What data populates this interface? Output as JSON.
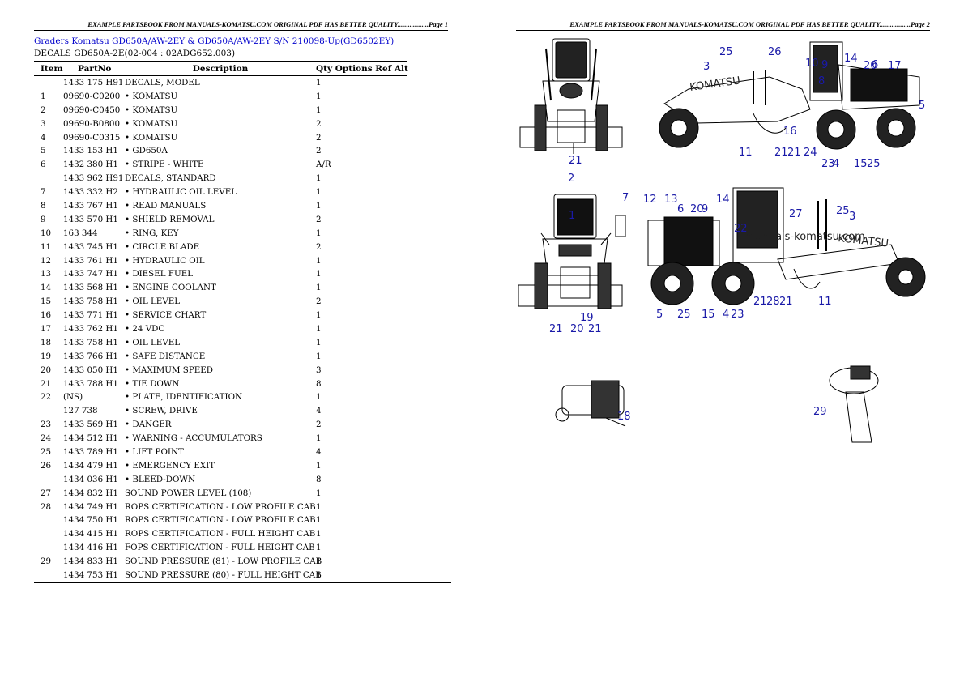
{
  "header": {
    "page1": "EXAMPLE PARTSBOOK FROM MANUALS-KOMATSU.COM ORIGINAL PDF HAS BETTER QUALITY..................Page 1",
    "page2": "EXAMPLE PARTSBOOK FROM MANUALS-KOMATSU.COM ORIGINAL PDF HAS BETTER QUALITY..................Page 2"
  },
  "breadcrumb": {
    "link1": "Graders Komatsu",
    "link2": "GD650A/AW-2EY & GD650A/AW-2EY S/N 210098-Up(GD6502EY)"
  },
  "subtitle": "DECALS GD650A-2E(02-004 : 02ADG652.003)",
  "columns": {
    "item": "Item",
    "partno": "PartNo",
    "description": "Description",
    "tail": "Qty Options Ref Alt"
  },
  "rows": [
    {
      "item": "",
      "part": "1433 175 H91",
      "desc": "DECALS, MODEL",
      "qty": "1"
    },
    {
      "item": "1",
      "part": "09690-C0200",
      "desc": "• KOMATSU",
      "qty": "1"
    },
    {
      "item": "2",
      "part": "09690-C0450",
      "desc": "• KOMATSU",
      "qty": "1"
    },
    {
      "item": "3",
      "part": "09690-B0800",
      "desc": "• KOMATSU",
      "qty": "2"
    },
    {
      "item": "4",
      "part": "09690-C0315",
      "desc": "• KOMATSU",
      "qty": "2"
    },
    {
      "item": "5",
      "part": "1433 153 H1",
      "desc": "• GD650A",
      "qty": "2"
    },
    {
      "item": "6",
      "part": "1432 380 H1",
      "desc": "• STRIPE - WHITE",
      "qty": "A/R"
    },
    {
      "item": "",
      "part": "1433 962 H91",
      "desc": "DECALS, STANDARD",
      "qty": "1"
    },
    {
      "item": "7",
      "part": "1433 332 H2",
      "desc": "• HYDRAULIC OIL LEVEL",
      "qty": "1"
    },
    {
      "item": "8",
      "part": "1433 767 H1",
      "desc": "• READ MANUALS",
      "qty": "1"
    },
    {
      "item": "9",
      "part": "1433 570 H1",
      "desc": "• SHIELD REMOVAL",
      "qty": "2"
    },
    {
      "item": "10",
      "part": "163 344",
      "desc": "• RING, KEY",
      "qty": "1"
    },
    {
      "item": "11",
      "part": "1433 745 H1",
      "desc": "• CIRCLE BLADE",
      "qty": "2"
    },
    {
      "item": "12",
      "part": "1433 761 H1",
      "desc": "• HYDRAULIC OIL",
      "qty": "1"
    },
    {
      "item": "13",
      "part": "1433 747 H1",
      "desc": "• DIESEL FUEL",
      "qty": "1"
    },
    {
      "item": "14",
      "part": "1433 568 H1",
      "desc": "• ENGINE COOLANT",
      "qty": "1"
    },
    {
      "item": "15",
      "part": "1433 758 H1",
      "desc": "• OIL LEVEL",
      "qty": "2"
    },
    {
      "item": "16",
      "part": "1433 771 H1",
      "desc": "• SERVICE CHART",
      "qty": "1"
    },
    {
      "item": "17",
      "part": "1433 762 H1",
      "desc": "• 24 VDC",
      "qty": "1"
    },
    {
      "item": "18",
      "part": "1433 758 H1",
      "desc": "• OIL LEVEL",
      "qty": "1"
    },
    {
      "item": "19",
      "part": "1433 766 H1",
      "desc": "• SAFE DISTANCE",
      "qty": "1"
    },
    {
      "item": "20",
      "part": "1433 050 H1",
      "desc": "• MAXIMUM SPEED",
      "qty": "3"
    },
    {
      "item": "21",
      "part": "1433 788 H1",
      "desc": "• TIE DOWN",
      "qty": "8"
    },
    {
      "item": "22",
      "part": "(NS)",
      "desc": "• PLATE, IDENTIFICATION",
      "qty": "1"
    },
    {
      "item": "",
      "part": "127 738",
      "desc": "• SCREW, DRIVE",
      "qty": "4"
    },
    {
      "item": "23",
      "part": "1433 569 H1",
      "desc": "• DANGER",
      "qty": "2"
    },
    {
      "item": "24",
      "part": "1434 512 H1",
      "desc": "• WARNING - ACCUMULATORS",
      "qty": "1"
    },
    {
      "item": "25",
      "part": "1433 789 H1",
      "desc": "• LIFT POINT",
      "qty": "4"
    },
    {
      "item": "26",
      "part": "1434 479 H1",
      "desc": "• EMERGENCY EXIT",
      "qty": "1"
    },
    {
      "item": "",
      "part": "1434 036 H1",
      "desc": "• BLEED-DOWN",
      "qty": "8"
    },
    {
      "item": "27",
      "part": "1434 832 H1",
      "desc": "SOUND POWER LEVEL (108)",
      "qty": "1"
    },
    {
      "item": "28",
      "part": "1434 749 H1",
      "desc": "ROPS CERTIFICATION - LOW PROFILE CAB",
      "qty": "1"
    },
    {
      "item": "",
      "part": "1434 750 H1",
      "desc": "ROPS CERTIFICATION - LOW PROFILE CAB",
      "qty": "1"
    },
    {
      "item": "",
      "part": "1434 415 H1",
      "desc": "ROPS CERTIFICATION - FULL HEIGHT CAB",
      "qty": "1"
    },
    {
      "item": "",
      "part": "1434 416 H1",
      "desc": "FOPS CERTIFICATION - FULL HEIGHT CAB",
      "qty": "1"
    },
    {
      "item": "29",
      "part": "1434 833 H1",
      "desc": "SOUND PRESSURE (81) - LOW PROFILE CAB",
      "qty": "1"
    },
    {
      "item": "",
      "part": "1434 753 H1",
      "desc": "SOUND PRESSURE (80) - FULL HEIGHT CAB",
      "qty": "1"
    }
  ],
  "diagram": {
    "watermark": "manuals-komatsu.com",
    "brand_text": "KOMATSU",
    "label_color": "#1a1aa8",
    "callouts_top_front": [
      "21"
    ],
    "callouts_top_side": [
      "3",
      "25",
      "26",
      "10",
      "9",
      "8",
      "14",
      "6",
      "20",
      "17",
      "5",
      "16",
      "11",
      "21",
      "21",
      "24",
      "23",
      "4",
      "15",
      "25"
    ],
    "callouts_bottom_front": [
      "2",
      "1",
      "7",
      "21",
      "20",
      "21",
      "19"
    ],
    "callouts_bottom_side": [
      "12",
      "13",
      "6",
      "20",
      "9",
      "14",
      "22",
      "27",
      "25",
      "3",
      "5",
      "25",
      "15",
      "4",
      "23",
      "21",
      "28",
      "21",
      "11"
    ],
    "callouts_details": [
      "18",
      "29"
    ]
  }
}
